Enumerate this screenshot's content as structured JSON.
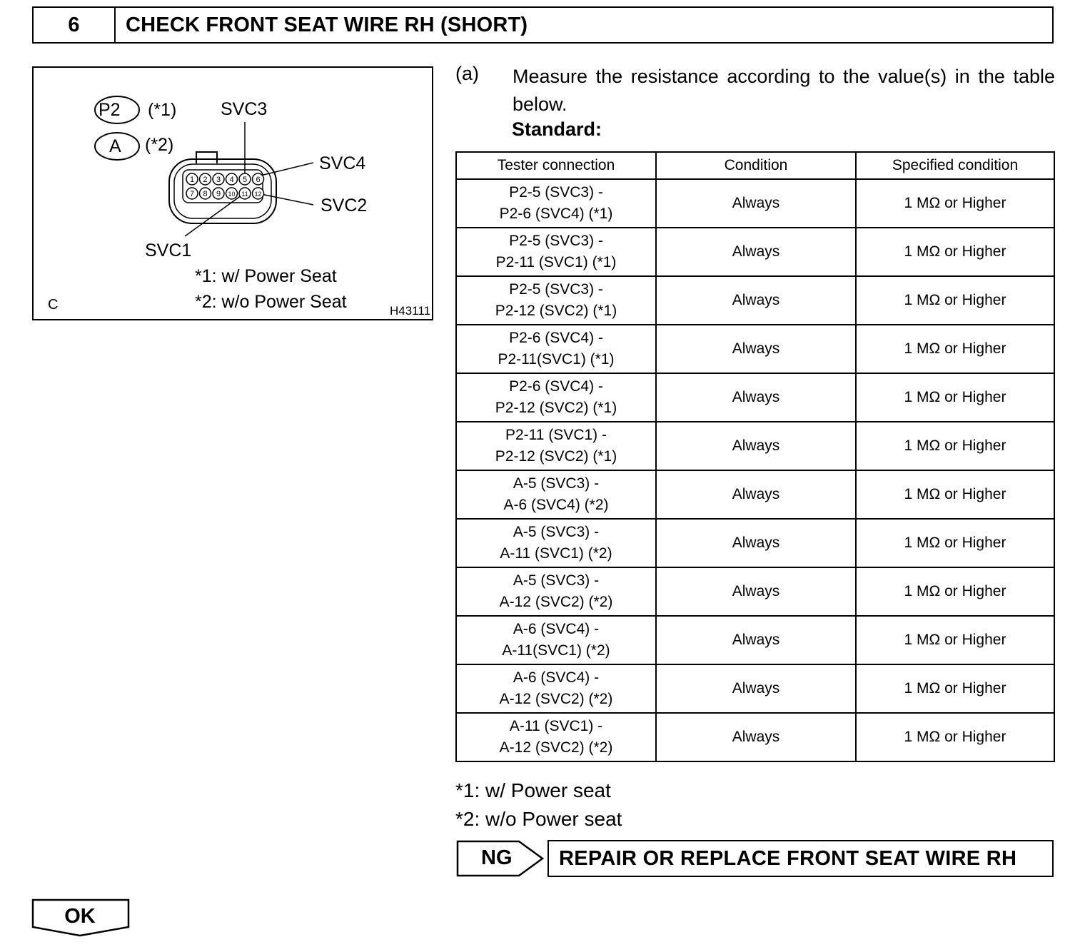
{
  "header": {
    "step_number": "6",
    "title": "CHECK FRONT SEAT WIRE RH (SHORT)"
  },
  "illustration": {
    "connector_labels": [
      "P2",
      "A"
    ],
    "connector_notes": [
      "(*1)",
      "(*2)"
    ],
    "pins": [
      "1",
      "2",
      "3",
      "4",
      "5",
      "6",
      "7",
      "8",
      "9",
      "10",
      "11",
      "12"
    ],
    "terminal_labels": {
      "svc3": "SVC3",
      "svc4": "SVC4",
      "svc2": "SVC2",
      "svc1": "SVC1"
    },
    "notes": [
      "*1: w/ Power Seat",
      "*2: w/o Power Seat"
    ],
    "view_letter": "C",
    "figure_id": "H43111"
  },
  "step_a": {
    "label": "(a)",
    "text": "Measure the resistance according to the value(s) in the table below.",
    "standard_label": "Standard:"
  },
  "table": {
    "headers": [
      "Tester connection",
      "Condition",
      "Specified condition"
    ],
    "rows": [
      {
        "conn_line1": "P2-5 (SVC3) -",
        "conn_line2": "P2-6 (SVC4) (*1)",
        "condition": "Always",
        "specified": "1 MΩ or Higher"
      },
      {
        "conn_line1": "P2-5 (SVC3) -",
        "conn_line2": "P2-11 (SVC1) (*1)",
        "condition": "Always",
        "specified": "1 MΩ or Higher"
      },
      {
        "conn_line1": "P2-5 (SVC3) -",
        "conn_line2": "P2-12 (SVC2) (*1)",
        "condition": "Always",
        "specified": "1 MΩ or Higher"
      },
      {
        "conn_line1": "P2-6 (SVC4) -",
        "conn_line2": "P2-11(SVC1) (*1)",
        "condition": "Always",
        "specified": "1 MΩ or Higher"
      },
      {
        "conn_line1": "P2-6 (SVC4) -",
        "conn_line2": "P2-12 (SVC2) (*1)",
        "condition": "Always",
        "specified": "1 MΩ or Higher"
      },
      {
        "conn_line1": "P2-11 (SVC1) -",
        "conn_line2": "P2-12 (SVC2) (*1)",
        "condition": "Always",
        "specified": "1 MΩ or Higher"
      },
      {
        "conn_line1": "A-5 (SVC3) -",
        "conn_line2": "A-6 (SVC4) (*2)",
        "condition": "Always",
        "specified": "1 MΩ or Higher"
      },
      {
        "conn_line1": "A-5 (SVC3) -",
        "conn_line2": "A-11 (SVC1) (*2)",
        "condition": "Always",
        "specified": "1 MΩ or Higher"
      },
      {
        "conn_line1": "A-5 (SVC3) -",
        "conn_line2": "A-12 (SVC2) (*2)",
        "condition": "Always",
        "specified": "1 MΩ or Higher"
      },
      {
        "conn_line1": "A-6 (SVC4) -",
        "conn_line2": "A-11(SVC1) (*2)",
        "condition": "Always",
        "specified": "1 MΩ or Higher"
      },
      {
        "conn_line1": "A-6 (SVC4) -",
        "conn_line2": "A-12 (SVC2) (*2)",
        "condition": "Always",
        "specified": "1 MΩ or Higher"
      },
      {
        "conn_line1": "A-11 (SVC1) -",
        "conn_line2": "A-12 (SVC2) (*2)",
        "condition": "Always",
        "specified": "1 MΩ or Higher"
      }
    ]
  },
  "footnotes": [
    "*1: w/ Power seat",
    "*2: w/o Power seat"
  ],
  "ng": {
    "label": "NG",
    "action": "REPAIR OR REPLACE FRONT SEAT WIRE RH"
  },
  "ok": {
    "label": "OK"
  }
}
